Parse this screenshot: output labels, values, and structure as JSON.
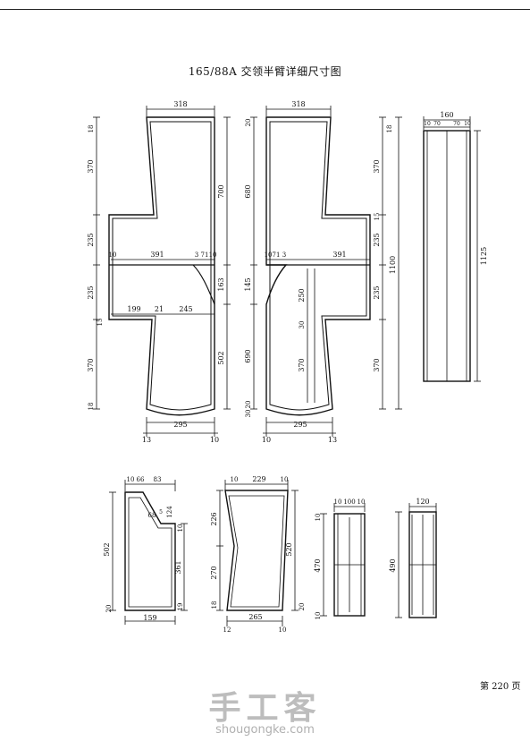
{
  "title": "165/88A 交领半臂详细尺寸图",
  "page_label": "第 220 页",
  "watermark": {
    "text": "手工客",
    "url": "shougongke.com"
  },
  "colors": {
    "line": "#111111",
    "watermark": "#bdbdbd"
  },
  "front_panel_left": {
    "top_width": "318",
    "upper_sleeve_height": "370",
    "shoulder_gap": "18",
    "upper_side": "235",
    "lower_side": "235",
    "lower_sleeve_height": "370",
    "bottom_gap": "18",
    "total_height_upper": "700",
    "neck_height": "163",
    "total_height_lower": "502",
    "waist_width": "391",
    "waist_small": "3",
    "waist_small_b": "71",
    "waist_edge": "10",
    "lower_width_a": "199",
    "lower_width_b": "21",
    "lower_width_c": "245",
    "hem_width": "295",
    "hem_left": "13",
    "hem_right": "10",
    "side_small": "10",
    "side_small_b": "15"
  },
  "front_panel_right": {
    "top_width": "318",
    "top_gap": "20",
    "upper_height": "680",
    "neck_a": "145",
    "neck_b": "250",
    "sleeve_inner": "30",
    "lower_inner": "370",
    "lower_height": "690",
    "bottom_a": "20",
    "bottom_b": "30",
    "waist_width": "391",
    "waist_a": "10",
    "waist_b": "71",
    "waist_c": "3",
    "hem_width": "295",
    "hem_left": "10",
    "hem_right": "13",
    "side_upper": "370",
    "side_mid_a": "235",
    "side_mid_b": "235",
    "side_lower": "370",
    "right_gap": "18",
    "small_mark": "15",
    "total_height": "1100"
  },
  "collar_long": {
    "width": "160",
    "parts": [
      "10",
      "70",
      "70",
      "10"
    ],
    "length": "1125"
  },
  "piece_1": {
    "widths": [
      "10",
      "66",
      "83"
    ],
    "small_a": "68",
    "small_b": "5",
    "small_c": "124",
    "small_d": "10",
    "height": "502",
    "inner": "361",
    "bottom_a": "20",
    "bottom_b": "19",
    "base": "159"
  },
  "piece_2": {
    "top_left": "10",
    "top": "229",
    "top_right": "10",
    "upper": "226",
    "lower": "270",
    "right": "520",
    "bottom_a": "18",
    "bottom_b": "20",
    "base_left": "12",
    "base": "265",
    "base_right": "10"
  },
  "piece_3": {
    "widths": [
      "10",
      "100",
      "10"
    ],
    "height": "470",
    "top": "10",
    "bottom": "10"
  },
  "piece_4": {
    "width": "120",
    "height": "490"
  }
}
